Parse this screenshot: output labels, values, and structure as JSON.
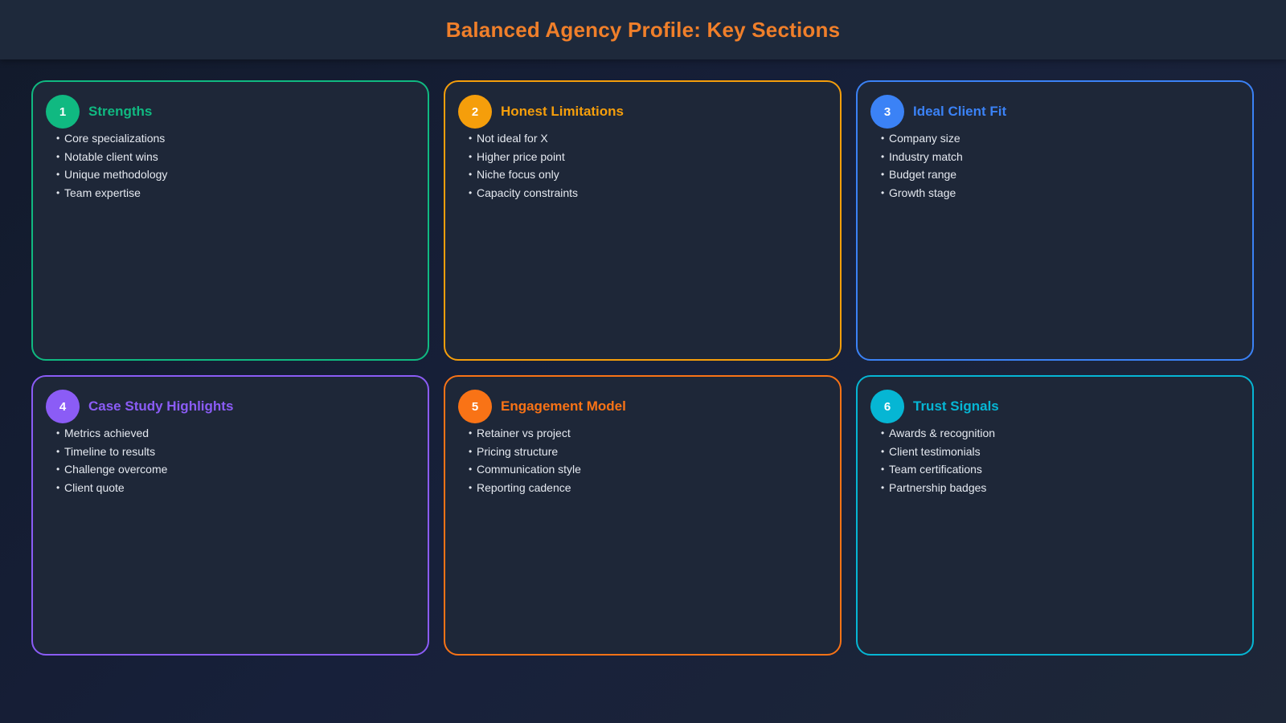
{
  "header": {
    "title": "Balanced Agency Profile: Key Sections"
  },
  "cards": [
    {
      "number": "1",
      "title": "Strengths",
      "color": "#10b981",
      "items": [
        "Core specializations",
        "Notable client wins",
        "Unique methodology",
        "Team expertise"
      ]
    },
    {
      "number": "2",
      "title": "Honest Limitations",
      "color": "#f59e0b",
      "items": [
        "Not ideal for X",
        "Higher price point",
        "Niche focus only",
        "Capacity constraints"
      ]
    },
    {
      "number": "3",
      "title": "Ideal Client Fit",
      "color": "#3b82f6",
      "items": [
        "Company size",
        "Industry match",
        "Budget range",
        "Growth stage"
      ]
    },
    {
      "number": "4",
      "title": "Case Study Highlights",
      "color": "#8b5cf6",
      "items": [
        "Metrics achieved",
        "Timeline to results",
        "Challenge overcome",
        "Client quote"
      ]
    },
    {
      "number": "5",
      "title": "Engagement Model",
      "color": "#f97316",
      "items": [
        "Retainer vs project",
        "Pricing structure",
        "Communication style",
        "Reporting cadence"
      ]
    },
    {
      "number": "6",
      "title": "Trust Signals",
      "color": "#06b6d4",
      "items": [
        "Awards & recognition",
        "Client testimonials",
        "Team certifications",
        "Partnership badges"
      ]
    }
  ],
  "bullet_glyph": "•"
}
